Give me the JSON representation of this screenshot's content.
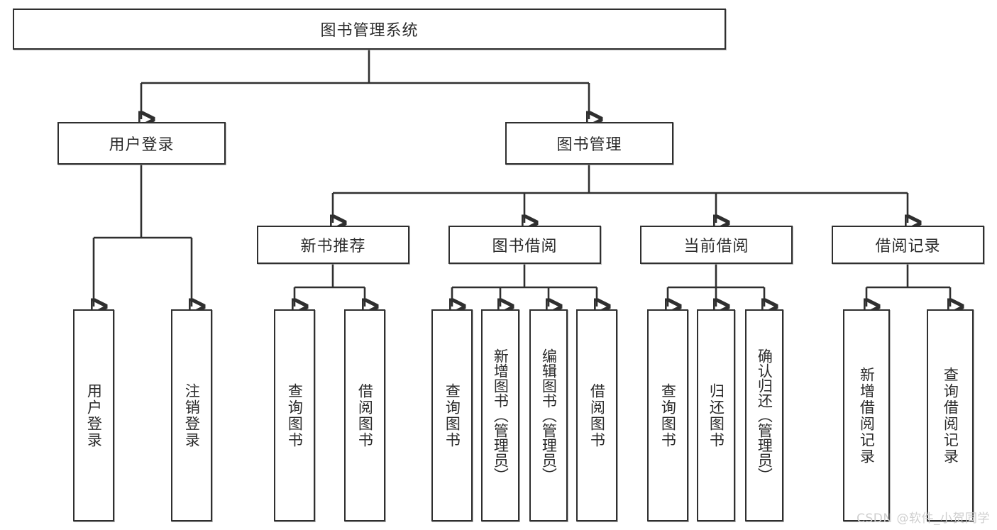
{
  "diagram": {
    "title": "图书管理系统",
    "type": "tree",
    "orientation": "top-down",
    "colors": {
      "box_border": "#2f2f2f",
      "box_fill": "#ffffff",
      "connector": "#2f2f2f",
      "text": "#2b2b2b",
      "watermark": "#cfcfcf",
      "background": "#ffffff"
    },
    "root": {
      "label": "图书管理系统"
    },
    "level2": [
      {
        "label": "用户登录"
      },
      {
        "label": "图书管理"
      }
    ],
    "level3": [
      {
        "label": "新书推荐"
      },
      {
        "label": "图书借阅"
      },
      {
        "label": "当前借阅"
      },
      {
        "label": "借阅记录"
      }
    ],
    "leaves": {
      "user_login": [
        {
          "label": "用户登录"
        },
        {
          "label": "注销登录"
        }
      ],
      "new_book_recommend": [
        {
          "label": "查询图书"
        },
        {
          "label": "借阅图书"
        }
      ],
      "book_borrow": [
        {
          "label": "查询图书"
        },
        {
          "label": "新增图书（管理员）"
        },
        {
          "label": "编辑图书（管理员）"
        },
        {
          "label": "借阅图书"
        }
      ],
      "current_borrow": [
        {
          "label": "查询图书"
        },
        {
          "label": "归还图书"
        },
        {
          "label": "确认归还（管理员）"
        }
      ],
      "borrow_record": [
        {
          "label": "新增借阅记录"
        },
        {
          "label": "查询借阅记录"
        }
      ]
    }
  },
  "watermark": {
    "text": "CSDN @软件_小贺同学"
  }
}
